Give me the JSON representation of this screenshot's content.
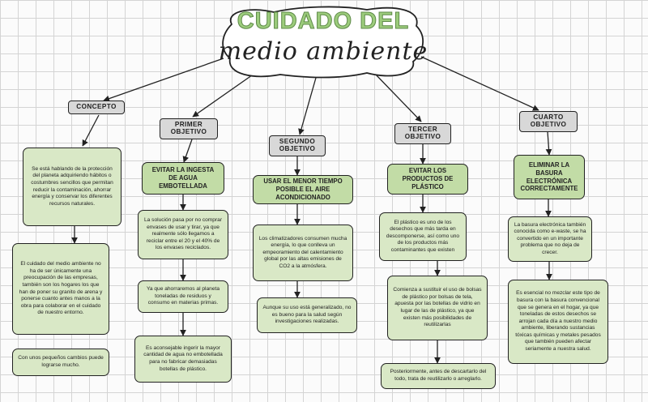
{
  "title": {
    "line1": "CUIDADO DEL",
    "line2": "medio ambiente"
  },
  "labels": {
    "concepto": "CONCEPTO",
    "primer": "PRIMER OBJETIVO",
    "segundo": "SEGUNDO OBJETIVO",
    "tercer": "TERCER OBJETIVO",
    "cuarto": "CUARTO OBJETIVO"
  },
  "concepto": {
    "def": "Se está hablando de la protección del planeta adquiriendo hábitos o costumbres sencillos que permitan reducir la contaminación, ahorrar energía y conservar los diferentes recursos naturales.",
    "detail": "El cuidado del medio ambiente no ha de ser únicamente una preocupación de las empresas, también son los hogares los que han de poner su granito de arena y ponerse cuanto antes manos a la obra para colaborar en el cuidado de nuestro entorno.",
    "closing": "Con unos pequeños cambios puede lograrse mucho."
  },
  "primer": {
    "head": "EVITAR LA INGESTA DE AGUA EMBOTELLADA",
    "p1": "La solución pasa por no comprar envases de usar y tirar, ya que realmente sólo llegamos a reciclar entre el 20 y el 40% de los envases reciclados.",
    "p2": "Ya que ahorraremos al planeta toneladas de residuos y consumo en materias primas.",
    "p3": "Es aconsejable ingerir la mayor cantidad de agua no embotellada para no fabricar demasiadas botellas de plástico."
  },
  "segundo": {
    "head": "USAR EL MENOR TIEMPO POSIBLE EL AIRE ACONDICIONADO",
    "p1": "Los climatizadores consumen mucha energía, lo que conlleva un empeoramiento del calentamiento global por las altas emisiones de CO2 a la atmósfera.",
    "p2": "Aunque su uso está generalizado, no es bueno para la salud según investigaciones realizadas."
  },
  "tercer": {
    "head": "EVITAR LOS PRODUCTOS DE PLÁSTICO",
    "p1": "El plástico es uno de los desechos que más tarda en descomponerse, así como uno de los productos más contaminantes que existen",
    "p2": "Comienza a sustituir el uso de bolsas de plástico por bolsas de tela, apuesta por las botellas de vidrio en lugar de las de plástico, ya que existen más posibilidades de reutilizarlas",
    "p3": "Posteriormente, antes de descartarlo del todo, trata de reutilizarlo o arreglarlo."
  },
  "cuarto": {
    "head": "ELIMINAR LA BASURA ELECTRÓNICA CORRECTAMENTE",
    "p1": "La basura electrónica también conocida como e-waste, se ha convertido en un importante problema que no deja de crecer.",
    "p2": "Es esencial no mezclar este tipo de basura con la basura convencional que se genera en el hogar, ya que toneladas de estos desechos se arrojan cada día a nuestro medio ambiente, liberando sustancias tóxicas químicas y metales pesados que también pueden afectar seriamente a nuestra salud."
  },
  "colors": {
    "accent_green": "#9ccc7c",
    "box_green": "#d9e8c6",
    "label_gray": "#d8d8d8",
    "grid": "#d4d4d4"
  }
}
